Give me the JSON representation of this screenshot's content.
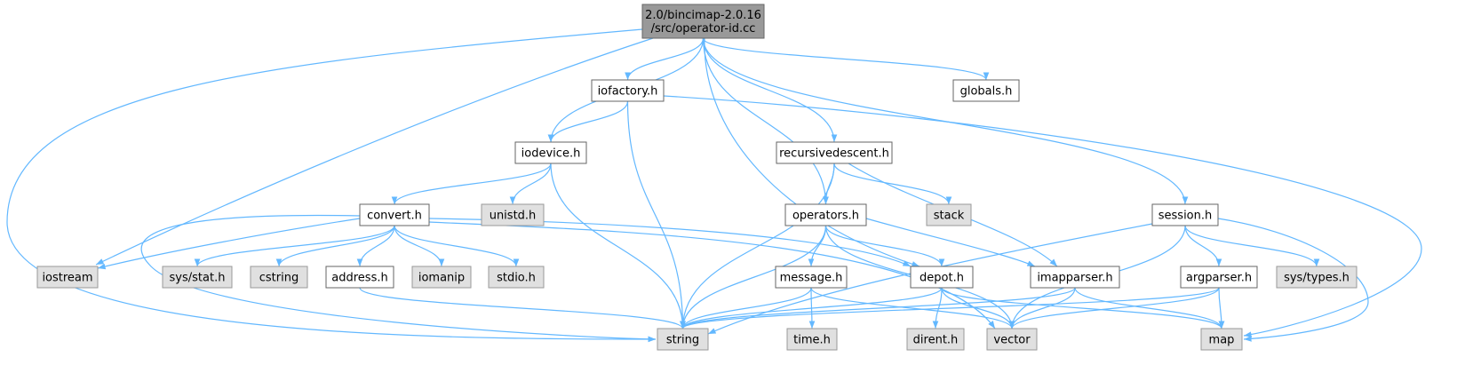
{
  "diagram": {
    "root": {
      "id": "root",
      "lines": [
        "2.0/bincimap-2.0.16",
        "/src/operator-id.cc"
      ],
      "style": "root"
    },
    "nodes": [
      {
        "id": "iofactory",
        "label": "iofactory.h",
        "style": "doc"
      },
      {
        "id": "globals",
        "label": "globals.h",
        "style": "doc"
      },
      {
        "id": "iodevice",
        "label": "iodevice.h",
        "style": "doc"
      },
      {
        "id": "recursivedescent",
        "label": "recursivedescent.h",
        "style": "doc"
      },
      {
        "id": "convert",
        "label": "convert.h",
        "style": "doc"
      },
      {
        "id": "unistd",
        "label": "unistd.h",
        "style": "ext"
      },
      {
        "id": "operators",
        "label": "operators.h",
        "style": "doc"
      },
      {
        "id": "stack",
        "label": "stack",
        "style": "ext"
      },
      {
        "id": "session",
        "label": "session.h",
        "style": "doc"
      },
      {
        "id": "iostream",
        "label": "iostream",
        "style": "ext"
      },
      {
        "id": "sysstat",
        "label": "sys/stat.h",
        "style": "ext"
      },
      {
        "id": "cstring",
        "label": "cstring",
        "style": "ext"
      },
      {
        "id": "address",
        "label": "address.h",
        "style": "doc"
      },
      {
        "id": "iomanip",
        "label": "iomanip",
        "style": "ext"
      },
      {
        "id": "stdio",
        "label": "stdio.h",
        "style": "ext"
      },
      {
        "id": "message",
        "label": "message.h",
        "style": "doc"
      },
      {
        "id": "depot",
        "label": "depot.h",
        "style": "doc"
      },
      {
        "id": "imapparser",
        "label": "imapparser.h",
        "style": "doc"
      },
      {
        "id": "argparser",
        "label": "argparser.h",
        "style": "doc"
      },
      {
        "id": "systypes",
        "label": "sys/types.h",
        "style": "ext"
      },
      {
        "id": "string",
        "label": "string",
        "style": "ext"
      },
      {
        "id": "time",
        "label": "time.h",
        "style": "ext"
      },
      {
        "id": "dirent",
        "label": "dirent.h",
        "style": "ext"
      },
      {
        "id": "vector",
        "label": "vector",
        "style": "ext"
      },
      {
        "id": "map",
        "label": "map",
        "style": "ext"
      }
    ],
    "edges": [
      [
        "root",
        "string"
      ],
      [
        "root",
        "iostream"
      ],
      [
        "root",
        "iodevice"
      ],
      [
        "root",
        "iofactory"
      ],
      [
        "root",
        "depot"
      ],
      [
        "root",
        "operators"
      ],
      [
        "root",
        "recursivedescent"
      ],
      [
        "root",
        "session"
      ],
      [
        "root",
        "globals"
      ],
      [
        "iofactory",
        "iodevice"
      ],
      [
        "iofactory",
        "string"
      ],
      [
        "iofactory",
        "map"
      ],
      [
        "iodevice",
        "convert"
      ],
      [
        "iodevice",
        "unistd"
      ],
      [
        "iodevice",
        "string"
      ],
      [
        "recursivedescent",
        "operators"
      ],
      [
        "recursivedescent",
        "stack"
      ],
      [
        "recursivedescent",
        "imapparser"
      ],
      [
        "recursivedescent",
        "string"
      ],
      [
        "convert",
        "iostream"
      ],
      [
        "convert",
        "sysstat"
      ],
      [
        "convert",
        "cstring"
      ],
      [
        "convert",
        "address"
      ],
      [
        "convert",
        "iomanip"
      ],
      [
        "convert",
        "stdio"
      ],
      [
        "convert",
        "string"
      ],
      [
        "convert",
        "vector"
      ],
      [
        "convert",
        "depot"
      ],
      [
        "operators",
        "message"
      ],
      [
        "operators",
        "depot"
      ],
      [
        "operators",
        "imapparser"
      ],
      [
        "operators",
        "string"
      ],
      [
        "operators",
        "vector"
      ],
      [
        "session",
        "argparser"
      ],
      [
        "session",
        "systypes"
      ],
      [
        "session",
        "string"
      ],
      [
        "session",
        "vector"
      ],
      [
        "session",
        "map"
      ],
      [
        "address",
        "string"
      ],
      [
        "message",
        "string"
      ],
      [
        "message",
        "time"
      ],
      [
        "message",
        "vector"
      ],
      [
        "depot",
        "string"
      ],
      [
        "depot",
        "dirent"
      ],
      [
        "depot",
        "vector"
      ],
      [
        "depot",
        "map"
      ],
      [
        "imapparser",
        "string"
      ],
      [
        "imapparser",
        "vector"
      ],
      [
        "imapparser",
        "map"
      ],
      [
        "argparser",
        "string"
      ],
      [
        "argparser",
        "vector"
      ],
      [
        "argparser",
        "map"
      ]
    ],
    "colors": {
      "edge": "#63b8ff",
      "root_fill": "#999999",
      "doc_fill": "#ffffff",
      "ext_fill": "#e0e0e0",
      "ext_border": "#999999",
      "doc_border": "#666666"
    }
  }
}
